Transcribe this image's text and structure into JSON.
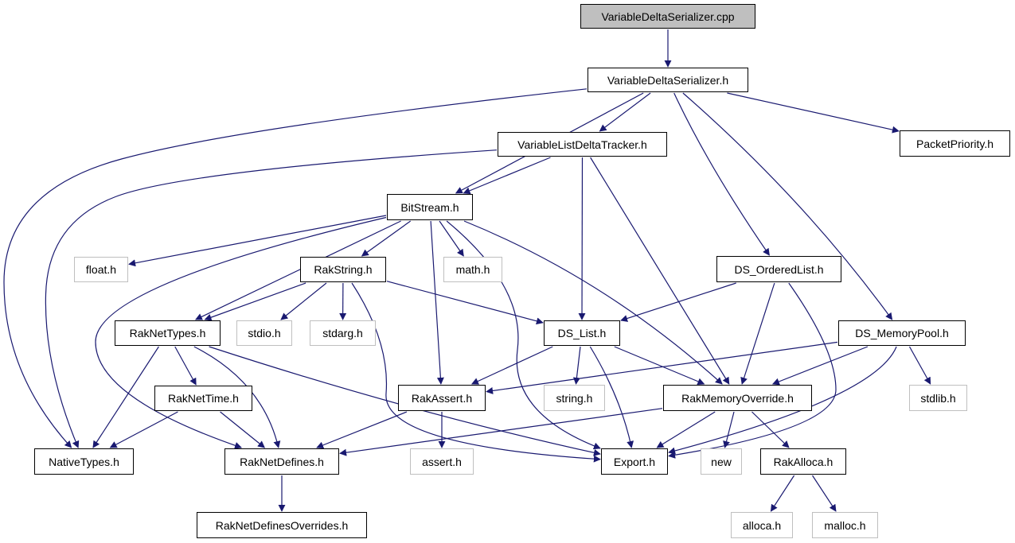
{
  "graph": {
    "colors": {
      "edge": "#191970",
      "box_border": "#000000",
      "external_border": "#bfbfbf",
      "root_fill": "#bfbfbf"
    },
    "nodes": [
      {
        "id": "vds_cpp",
        "label": "VariableDeltaSerializer.cpp",
        "kind": "root"
      },
      {
        "id": "vds_h",
        "label": "VariableDeltaSerializer.h",
        "kind": "file"
      },
      {
        "id": "vldt_h",
        "label": "VariableListDeltaTracker.h",
        "kind": "file"
      },
      {
        "id": "packetpriority_h",
        "label": "PacketPriority.h",
        "kind": "file"
      },
      {
        "id": "bitstream_h",
        "label": "BitStream.h",
        "kind": "file"
      },
      {
        "id": "float_h",
        "label": "float.h",
        "kind": "external"
      },
      {
        "id": "rakstring_h",
        "label": "RakString.h",
        "kind": "file"
      },
      {
        "id": "math_h",
        "label": "math.h",
        "kind": "external"
      },
      {
        "id": "dsorderedlist_h",
        "label": "DS_OrderedList.h",
        "kind": "file"
      },
      {
        "id": "raknettypes_h",
        "label": "RakNetTypes.h",
        "kind": "file"
      },
      {
        "id": "stdio_h",
        "label": "stdio.h",
        "kind": "external"
      },
      {
        "id": "stdarg_h",
        "label": "stdarg.h",
        "kind": "external"
      },
      {
        "id": "dslist_h",
        "label": "DS_List.h",
        "kind": "file"
      },
      {
        "id": "dsmemorypool_h",
        "label": "DS_MemoryPool.h",
        "kind": "file"
      },
      {
        "id": "raknettime_h",
        "label": "RakNetTime.h",
        "kind": "file"
      },
      {
        "id": "rakassert_h",
        "label": "RakAssert.h",
        "kind": "file"
      },
      {
        "id": "string_h",
        "label": "string.h",
        "kind": "external"
      },
      {
        "id": "rakmemoryoverride_h",
        "label": "RakMemoryOverride.h",
        "kind": "file"
      },
      {
        "id": "stdlib_h",
        "label": "stdlib.h",
        "kind": "external"
      },
      {
        "id": "nativetypes_h",
        "label": "NativeTypes.h",
        "kind": "file"
      },
      {
        "id": "raknetdefines_h",
        "label": "RakNetDefines.h",
        "kind": "file"
      },
      {
        "id": "assert_h",
        "label": "assert.h",
        "kind": "external"
      },
      {
        "id": "export_h",
        "label": "Export.h",
        "kind": "file"
      },
      {
        "id": "new",
        "label": "new",
        "kind": "external"
      },
      {
        "id": "rakalloca_h",
        "label": "RakAlloca.h",
        "kind": "file"
      },
      {
        "id": "raknetdefinesoverrides_h",
        "label": "RakNetDefinesOverrides.h",
        "kind": "file"
      },
      {
        "id": "alloca_h",
        "label": "alloca.h",
        "kind": "external"
      },
      {
        "id": "malloc_h",
        "label": "malloc.h",
        "kind": "external"
      }
    ],
    "edges": [
      [
        "vds_cpp",
        "vds_h"
      ],
      [
        "vds_h",
        "nativetypes_h"
      ],
      [
        "vds_h",
        "vldt_h"
      ],
      [
        "vds_h",
        "bitstream_h"
      ],
      [
        "vds_h",
        "packetpriority_h"
      ],
      [
        "vds_h",
        "dsorderedlist_h"
      ],
      [
        "vds_h",
        "dsmemorypool_h"
      ],
      [
        "vldt_h",
        "nativetypes_h"
      ],
      [
        "vldt_h",
        "bitstream_h"
      ],
      [
        "vldt_h",
        "dslist_h"
      ],
      [
        "vldt_h",
        "rakmemoryoverride_h"
      ],
      [
        "bitstream_h",
        "float_h"
      ],
      [
        "bitstream_h",
        "raknetdefines_h"
      ],
      [
        "bitstream_h",
        "raknettypes_h"
      ],
      [
        "bitstream_h",
        "rakstring_h"
      ],
      [
        "bitstream_h",
        "math_h"
      ],
      [
        "bitstream_h",
        "rakassert_h"
      ],
      [
        "bitstream_h",
        "export_h"
      ],
      [
        "bitstream_h",
        "rakmemoryoverride_h"
      ],
      [
        "rakstring_h",
        "raknettypes_h"
      ],
      [
        "rakstring_h",
        "stdio_h"
      ],
      [
        "rakstring_h",
        "stdarg_h"
      ],
      [
        "rakstring_h",
        "dslist_h"
      ],
      [
        "rakstring_h",
        "export_h"
      ],
      [
        "raknettypes_h",
        "nativetypes_h"
      ],
      [
        "raknettypes_h",
        "raknettime_h"
      ],
      [
        "raknettypes_h",
        "raknetdefines_h"
      ],
      [
        "raknettypes_h",
        "export_h"
      ],
      [
        "raknettime_h",
        "nativetypes_h"
      ],
      [
        "raknettime_h",
        "raknetdefines_h"
      ],
      [
        "dsorderedlist_h",
        "dslist_h"
      ],
      [
        "dsorderedlist_h",
        "rakmemoryoverride_h"
      ],
      [
        "dsorderedlist_h",
        "export_h"
      ],
      [
        "dslist_h",
        "rakassert_h"
      ],
      [
        "dslist_h",
        "string_h"
      ],
      [
        "dslist_h",
        "export_h"
      ],
      [
        "dslist_h",
        "rakmemoryoverride_h"
      ],
      [
        "dsmemorypool_h",
        "rakassert_h"
      ],
      [
        "dsmemorypool_h",
        "rakmemoryoverride_h"
      ],
      [
        "dsmemorypool_h",
        "export_h"
      ],
      [
        "dsmemorypool_h",
        "stdlib_h"
      ],
      [
        "rakassert_h",
        "raknetdefines_h"
      ],
      [
        "rakassert_h",
        "assert_h"
      ],
      [
        "rakmemoryoverride_h",
        "raknetdefines_h"
      ],
      [
        "rakmemoryoverride_h",
        "export_h"
      ],
      [
        "rakmemoryoverride_h",
        "new"
      ],
      [
        "rakmemoryoverride_h",
        "rakalloca_h"
      ],
      [
        "raknetdefines_h",
        "raknetdefinesoverrides_h"
      ],
      [
        "rakalloca_h",
        "alloca_h"
      ],
      [
        "rakalloca_h",
        "malloc_h"
      ]
    ]
  }
}
